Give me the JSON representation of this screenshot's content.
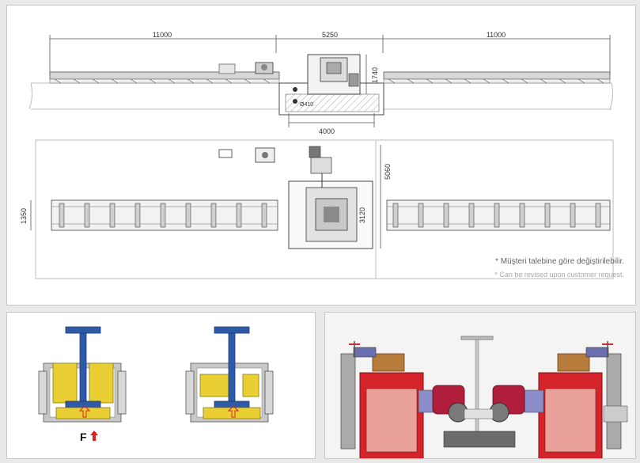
{
  "dimensions": {
    "left_table_length": "11000",
    "right_table_length": "11000",
    "center_width": "5250",
    "machine_height": "1740",
    "pit_width": "4000",
    "plan_depth": "5060",
    "table_width": "1350",
    "machine_plan_width": "3120",
    "roller_dia": "Ø410"
  },
  "notes": {
    "turkish": "* Müşteri talebine göre değiştirilebilir.",
    "english": "* Can be revised upon customer request."
  },
  "force_label": "F",
  "colors": {
    "beam_blue": "#2f5aa8",
    "clamp_yellow": "#e9cf33",
    "arrow_red": "#e0201a",
    "machine_red": "#d5242b",
    "frame_gray": "#9a9a9a",
    "brown": "#b77b3c"
  }
}
